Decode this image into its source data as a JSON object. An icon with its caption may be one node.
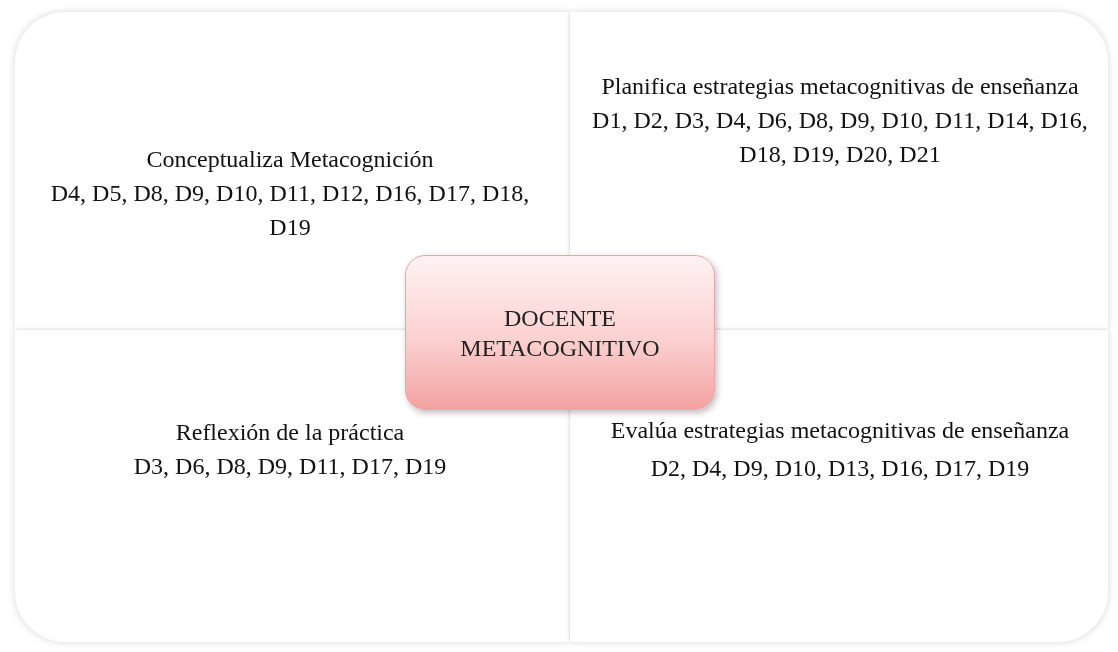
{
  "diagram": {
    "nodes": [
      {
        "text": [
          "Conceptualiza Metacognición",
          "D4, D5, D8, D9, D10, D11, D12, D16, D17, D18, D19"
        ]
      },
      {
        "text": [
          "Planifica estrategias metacognitivas de enseñanza",
          "D1, D2, D3, D4, D6, D8, D9, D10, D11, D14, D16, D18, D19, D20, D21"
        ]
      },
      {
        "text": [
          "Reflexión de la práctica",
          "D3, D6, D8, D9, D11, D17, D19"
        ]
      },
      {
        "text": [
          "Evalúa estrategias metacognitivas de enseñanza",
          "D2, D4, D9, D10, D13, D16, D17, D19"
        ]
      },
      {
        "text": [
          "DOCENTE METACOGNITIVO"
        ]
      }
    ],
    "edges": []
  }
}
